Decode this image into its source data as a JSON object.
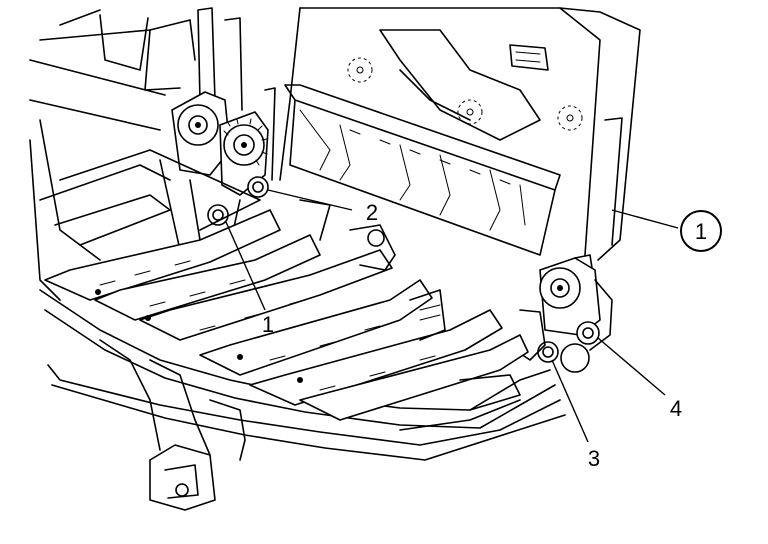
{
  "callouts": [
    {
      "id": "view-number",
      "label": "1",
      "circled": true
    },
    {
      "id": "part-1",
      "label": "1"
    },
    {
      "id": "part-2",
      "label": "2"
    },
    {
      "id": "part-3",
      "label": "3"
    },
    {
      "id": "part-4",
      "label": "4"
    }
  ]
}
